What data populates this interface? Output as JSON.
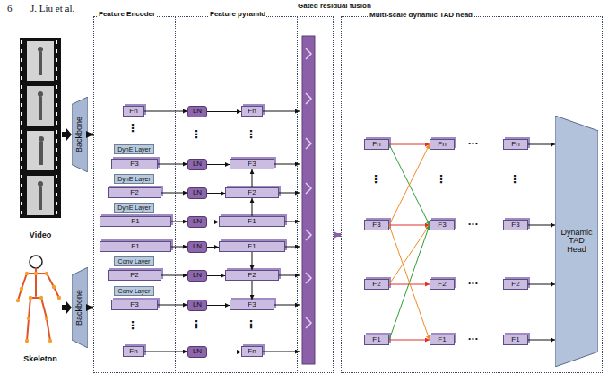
{
  "diagram": {
    "nodes": [
      {
        "text": [
          "Backbone"
        ]
      },
      {
        "text": [
          "Backbone"
        ]
      },
      {
        "text": [
          "Feature Encoder"
        ]
      },
      {
        "text": [
          "Fn"
        ],
        "in": 2
      },
      {
        "text": [
          "DynE Layer"
        ],
        "in": 2
      },
      {
        "text": [
          "F3"
        ],
        "in": 2
      },
      {
        "text": [
          "DynE Layer"
        ],
        "in": 2
      },
      {
        "text": [
          "F2"
        ],
        "in": 2
      },
      {
        "text": [
          "DynE Layer"
        ],
        "in": 2
      },
      {
        "text": [
          "F1"
        ],
        "in": 2
      },
      {
        "text": [
          "F1"
        ],
        "in": 2
      },
      {
        "text": [
          "Conv Layer"
        ],
        "in": 2
      },
      {
        "text": [
          "F2"
        ],
        "in": 2
      },
      {
        "text": [
          "Conv Layer"
        ],
        "in": 2
      },
      {
        "text": [
          "F3"
        ],
        "in": 2
      },
      {
        "text": [
          "Fn"
        ],
        "in": 2
      },
      {
        "text": [
          "Feature pyramid"
        ]
      },
      {
        "text": [
          "LN"
        ],
        "in": 16
      },
      {
        "text": [
          "LN"
        ],
        "in": 16
      },
      {
        "text": [
          "LN"
        ],
        "in": 16
      },
      {
        "text": [
          "LN"
        ],
        "in": 16
      },
      {
        "text": [
          "LN"
        ],
        "in": 16
      },
      {
        "text": [
          "LN"
        ],
        "in": 16
      },
      {
        "text": [
          "LN"
        ],
        "in": 16
      },
      {
        "text": [
          "LN"
        ],
        "in": 16
      },
      {
        "text": [
          "Fn"
        ],
        "in": 16
      },
      {
        "text": [
          "F3"
        ],
        "in": 16
      },
      {
        "text": [
          "F2"
        ],
        "in": 16
      },
      {
        "text": [
          "F1"
        ],
        "in": 16
      },
      {
        "text": [
          "F1"
        ],
        "in": 16
      },
      {
        "text": [
          "F2"
        ],
        "in": 16
      },
      {
        "text": [
          "F3"
        ],
        "in": 16
      },
      {
        "text": [
          "Fn"
        ],
        "in": 16
      },
      {
        "text": [
          "Gated residual fusion"
        ]
      },
      {
        "text": [
          "Multi-scale dynamic TAD head"
        ]
      },
      {
        "text": [
          "Fn"
        ],
        "in": 34
      },
      {
        "text": [
          "F3"
        ],
        "in": 34
      },
      {
        "text": [
          "F2"
        ],
        "in": 34
      },
      {
        "text": [
          "F1"
        ],
        "in": 34
      },
      {
        "text": [
          "Fn"
        ],
        "in": 34
      },
      {
        "text": [
          "F3"
        ],
        "in": 34
      },
      {
        "text": [
          "F2"
        ],
        "in": 34
      },
      {
        "text": [
          "F1"
        ],
        "in": 34
      },
      {
        "text": [
          "Fn"
        ],
        "in": 34
      },
      {
        "text": [
          "F3"
        ],
        "in": 34
      },
      {
        "text": [
          "F2"
        ],
        "in": 34
      },
      {
        "text": [
          "F1"
        ],
        "in": 34
      },
      {
        "text": [
          "Dynamic TAD Head"
        ],
        "in": 34
      }
    ],
    "edges": [
      {
        "from": 0,
        "to": 2,
        "arrow": "to"
      },
      {
        "from": 1,
        "to": 2,
        "arrow": "to"
      },
      {
        "from": 3,
        "to": 17,
        "arrow": "to"
      },
      {
        "from": 5,
        "to": 18,
        "arrow": "to"
      },
      {
        "from": 7,
        "to": 19,
        "arrow": "to"
      },
      {
        "from": 9,
        "to": 20,
        "arrow": "to"
      },
      {
        "from": 10,
        "to": 21,
        "arrow": "to"
      },
      {
        "from": 12,
        "to": 22,
        "arrow": "to"
      },
      {
        "from": 14,
        "to": 23,
        "arrow": "to"
      },
      {
        "from": 15,
        "to": 24,
        "arrow": "to"
      },
      {
        "from": 17,
        "to": 25,
        "arrow": "to"
      },
      {
        "from": 18,
        "to": 26,
        "arrow": "to"
      },
      {
        "from": 19,
        "to": 27,
        "arrow": "to"
      },
      {
        "from": 20,
        "to": 28,
        "arrow": "to"
      },
      {
        "from": 21,
        "to": 29,
        "arrow": "to"
      },
      {
        "from": 22,
        "to": 30,
        "arrow": "to"
      },
      {
        "from": 23,
        "to": 31,
        "arrow": "to"
      },
      {
        "from": 24,
        "to": 32,
        "arrow": "to"
      },
      {
        "from": 28,
        "to": 27,
        "arrow": "to"
      },
      {
        "from": 27,
        "to": 26,
        "arrow": "to"
      },
      {
        "from": 29,
        "to": 30,
        "arrow": "to"
      },
      {
        "from": 30,
        "to": 31,
        "arrow": "to"
      },
      {
        "from": 25,
        "to": 33,
        "arrow": "to"
      },
      {
        "from": 26,
        "to": 33,
        "arrow": "to"
      },
      {
        "from": 27,
        "to": 33,
        "arrow": "to"
      },
      {
        "from": 28,
        "to": 33,
        "arrow": "to"
      },
      {
        "from": 29,
        "to": 33,
        "arrow": "to"
      },
      {
        "from": 30,
        "to": 33,
        "arrow": "to"
      },
      {
        "from": 31,
        "to": 33,
        "arrow": "to"
      },
      {
        "from": 32,
        "to": 33,
        "arrow": "to"
      },
      {
        "from": 33,
        "to": 34,
        "arrow": "to"
      },
      {
        "from": 35,
        "to": 39,
        "arrow": "to"
      },
      {
        "from": 36,
        "to": 40,
        "arrow": "to"
      },
      {
        "from": 37,
        "to": 41,
        "arrow": "to"
      },
      {
        "from": 38,
        "to": 42,
        "arrow": "to"
      },
      {
        "from": 35,
        "to": 40,
        "arrow": "to"
      },
      {
        "from": 36,
        "to": 39,
        "arrow": "to"
      },
      {
        "from": 37,
        "to": 40,
        "arrow": "to"
      },
      {
        "from": 38,
        "to": 40,
        "arrow": "to"
      },
      {
        "from": 36,
        "to": 42,
        "arrow": "to"
      },
      {
        "from": 43,
        "to": 47,
        "arrow": "to"
      },
      {
        "from": 44,
        "to": 47,
        "arrow": "to"
      },
      {
        "from": 45,
        "to": 47,
        "arrow": "to"
      },
      {
        "from": 46,
        "to": 47,
        "arrow": "to"
      }
    ],
    "labels": [
      "6",
      "J. Liu et al.",
      "Video",
      "Skeleton",
      "⋮",
      "⋮",
      "⋮",
      "⋮",
      "⋮",
      "⋮",
      "⋮",
      "⋮",
      "⋮",
      "•••",
      "•••",
      "•••",
      "•••"
    ]
  }
}
